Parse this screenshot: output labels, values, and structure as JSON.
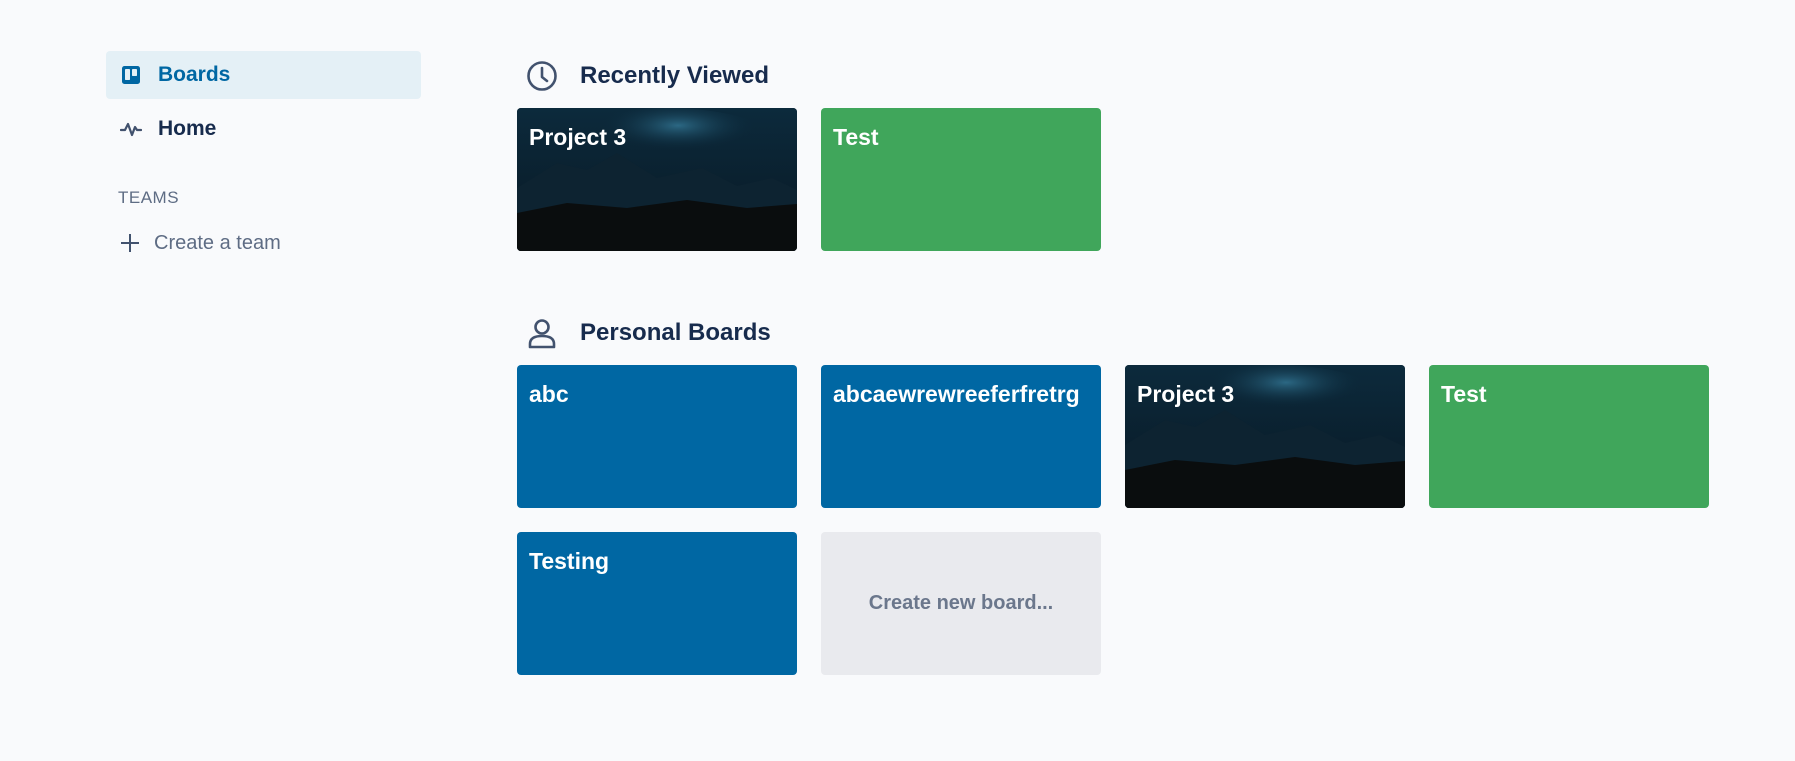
{
  "sidebar": {
    "items": [
      {
        "label": "Boards",
        "icon": "boards-icon",
        "active": true
      },
      {
        "label": "Home",
        "icon": "activity-icon",
        "active": false
      }
    ],
    "teams_heading": "TEAMS",
    "create_team_label": "Create a team"
  },
  "recently_viewed": {
    "title": "Recently Viewed",
    "icon": "clock-icon",
    "boards": [
      {
        "title": "Project 3",
        "background": "image"
      },
      {
        "title": "Test",
        "background": "#40a65b"
      }
    ]
  },
  "personal_boards": {
    "title": "Personal Boards",
    "icon": "person-icon",
    "boards": [
      {
        "title": "abc",
        "background": "#0067a3"
      },
      {
        "title": "abcaewrewreeferfretrg",
        "background": "#0067a3"
      },
      {
        "title": "Project 3",
        "background": "image"
      },
      {
        "title": "Test",
        "background": "#40a65b"
      },
      {
        "title": "Testing",
        "background": "#0067a3"
      }
    ],
    "create_board_label": "Create new board..."
  },
  "colors": {
    "accent": "#0067a3",
    "green": "#40a65b",
    "text": "#172b4d",
    "muted": "#5e6c84",
    "active_bg": "#e4f0f6"
  }
}
